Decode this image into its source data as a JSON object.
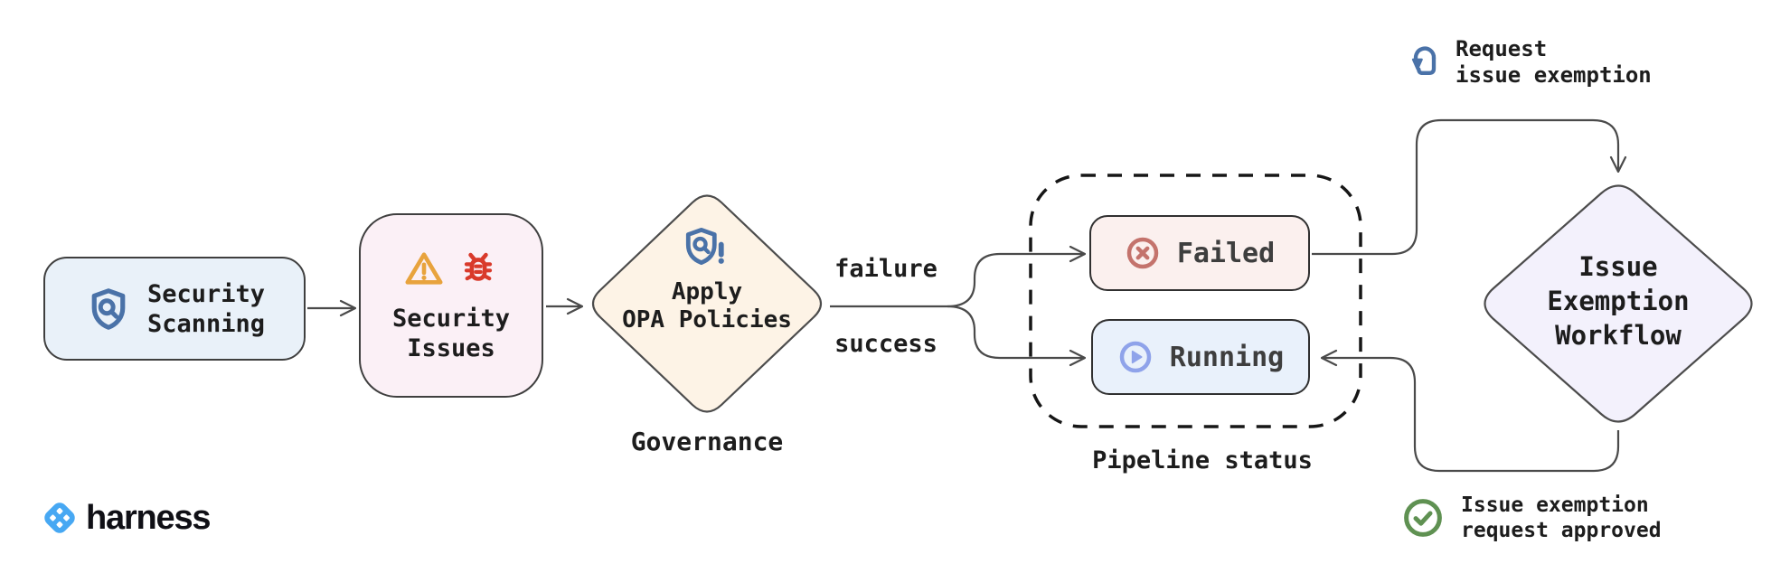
{
  "diagram": {
    "title_context": "security scanning governance flow",
    "nodes": {
      "security_scanning": {
        "line1": "Security",
        "line2": "Scanning"
      },
      "security_issues": {
        "line1": "Security",
        "line2": "Issues"
      },
      "apply_opa": {
        "line1": "Apply",
        "line2": "OPA Policies"
      },
      "failed": {
        "label": "Failed"
      },
      "running": {
        "label": "Running"
      },
      "issue_exemption": {
        "line1": "Issue",
        "line2": "Exemption",
        "line3": "Workflow"
      }
    },
    "edge_labels": {
      "failure": "failure",
      "success": "success"
    },
    "captions": {
      "governance": "Governance",
      "pipeline_status": "Pipeline status"
    },
    "annotations": {
      "request": {
        "line1": "Request",
        "line2": "issue exemption"
      },
      "approved": {
        "line1": "Issue exemption",
        "line2": "request approved"
      }
    },
    "logo": {
      "text": "harness"
    },
    "icons": {
      "security_scanning": "shield-search-icon",
      "apply_opa": "shield-search-alert-icon",
      "security_issues": [
        "warning-triangle-icon",
        "bug-icon"
      ],
      "failed": "circle-x-icon",
      "running": "circle-play-icon",
      "request": "tap-click-icon",
      "approved": "circle-check-icon",
      "logo": "harness-diamond-icon"
    },
    "colors": {
      "connector_line": "#4a4a4a",
      "node_border": "#3f3f3f",
      "dashed_border": "#161616",
      "text": "#1d1d1d",
      "status_text": "#3e3e3e",
      "scan_fill": "#e9f1f9",
      "issues_fill": "#fbf0f6",
      "opa_fill": "#fdf3e6",
      "failed_fill": "#fbf0ee",
      "running_fill": "#e9f1fb",
      "exemption_fill": "#f3f1fc",
      "icon_blue": "#4a72a8",
      "warning_orange": "#e8a33d",
      "bug_red": "#d93a2b",
      "fail_rose": "#c4736c",
      "run_periwinkle": "#8fa3ea",
      "check_green": "#5f9152",
      "harness_blue": "#47a8f3"
    }
  }
}
